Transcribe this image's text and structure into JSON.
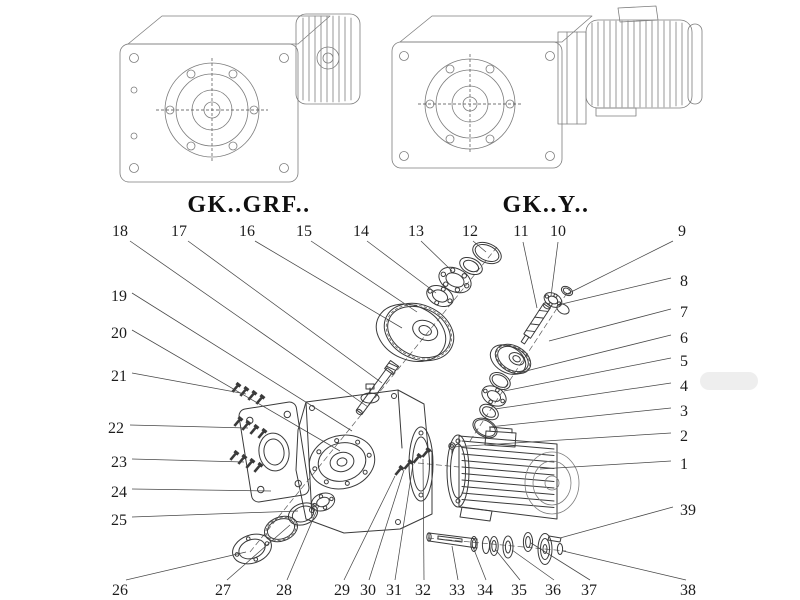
{
  "figure": {
    "type": "exploded-parts-diagram",
    "background": "#ffffff",
    "ink_color": "#3a3a3a",
    "light_line_color": "#7d7d7d"
  },
  "models": {
    "left": "GK..GRF..",
    "right": "GK..Y.."
  },
  "callouts": {
    "top": [
      "18",
      "17",
      "16",
      "15",
      "14",
      "13",
      "12",
      "11",
      "10",
      "9"
    ],
    "right": [
      "8",
      "7",
      "6",
      "5",
      "4",
      "3",
      "2",
      "1",
      "39"
    ],
    "left": [
      "19",
      "20",
      "21",
      "22",
      "23",
      "24",
      "25"
    ],
    "bottom": [
      "26",
      "27",
      "28",
      "29",
      "30",
      "31",
      "32",
      "33",
      "34",
      "35",
      "36",
      "37",
      "38"
    ]
  }
}
